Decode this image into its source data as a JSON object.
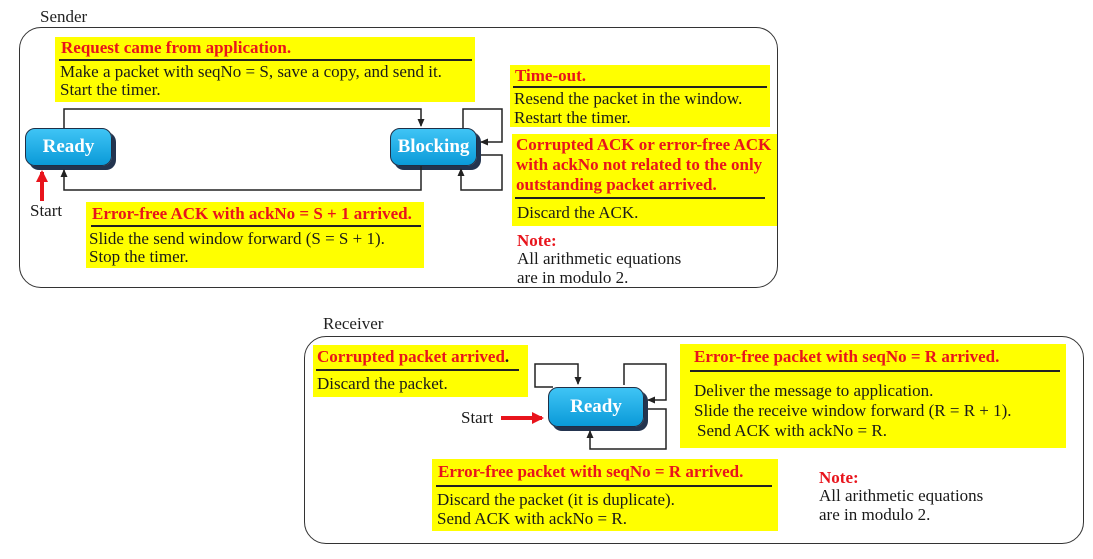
{
  "sender": {
    "label": "Sender",
    "request": {
      "title": "Request came from application.",
      "lines": [
        "Make a packet with seqNo = S, save a copy, and send it.",
        "Start the timer."
      ]
    },
    "timeout": {
      "title": "Time-out.",
      "lines": [
        "Resend the packet in the window.",
        "Restart the timer."
      ]
    },
    "corrupted": {
      "title_lines": [
        "Corrupted ACK or error-free ACK",
        "with ackNo not related to the only",
        "outstanding packet arrived."
      ],
      "lines": [
        "Discard the ACK."
      ]
    },
    "errorfree": {
      "title": "Error-free ACK with ackNo = S + 1 arrived.",
      "lines": [
        "Slide the send window forward (S = S + 1).",
        "Stop the timer."
      ]
    },
    "note": {
      "title": "Note:",
      "lines": [
        "All arithmetic equations",
        "are in modulo 2."
      ]
    },
    "states": {
      "ready": "Ready",
      "blocking": "Blocking"
    },
    "start": "Start"
  },
  "receiver": {
    "label": "Receiver",
    "corrupted": {
      "title": "Corrupted packet arrived",
      "title_suffix": ".",
      "lines": [
        "Discard the packet."
      ]
    },
    "errorfree": {
      "title": "Error-free packet with seqNo = R arrived.",
      "lines": [
        "Deliver the message to application.",
        "Slide the receive window forward  (R = R + 1).",
        "Send ACK with ackNo = R."
      ]
    },
    "duplicate": {
      "title": "Error-free packet with seqNo = R arrived.",
      "lines": [
        "Discard the packet (it is duplicate).",
        "Send ACK with ackNo = R."
      ]
    },
    "note": {
      "title": "Note:",
      "lines": [
        "All arithmetic equations",
        "are in modulo 2."
      ]
    },
    "states": {
      "ready": "Ready"
    },
    "start": "Start"
  },
  "colors": {
    "highlight": "#ffff00",
    "heading_red": "#e8141c",
    "state_fill": "#19aae6",
    "state_shadow": "#23344f",
    "start_arrow": "#e8141c"
  }
}
